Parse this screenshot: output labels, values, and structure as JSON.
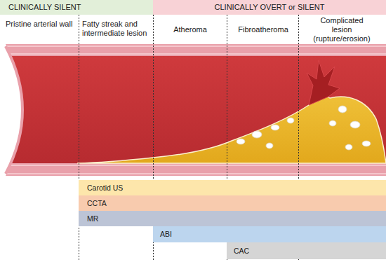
{
  "diagram": {
    "nodes": [
      {
        "text": [
          "CLINICALLY SILENT"
        ]
      },
      {
        "text": [
          "CLINICALLY OVERT or SILENT"
        ]
      },
      {
        "text": [
          "Carotid US"
        ]
      },
      {
        "text": [
          "CCTA"
        ]
      },
      {
        "text": [
          "MR"
        ]
      },
      {
        "text": [
          "ABI"
        ]
      },
      {
        "text": [
          "CAC"
        ]
      }
    ],
    "labels": [
      "Pristine arterial wall",
      "Fatty streak and intermediate lesion",
      "Atheroma",
      "Fibroatheroma",
      "Complicated lesion (rupture/erosion)"
    ]
  }
}
